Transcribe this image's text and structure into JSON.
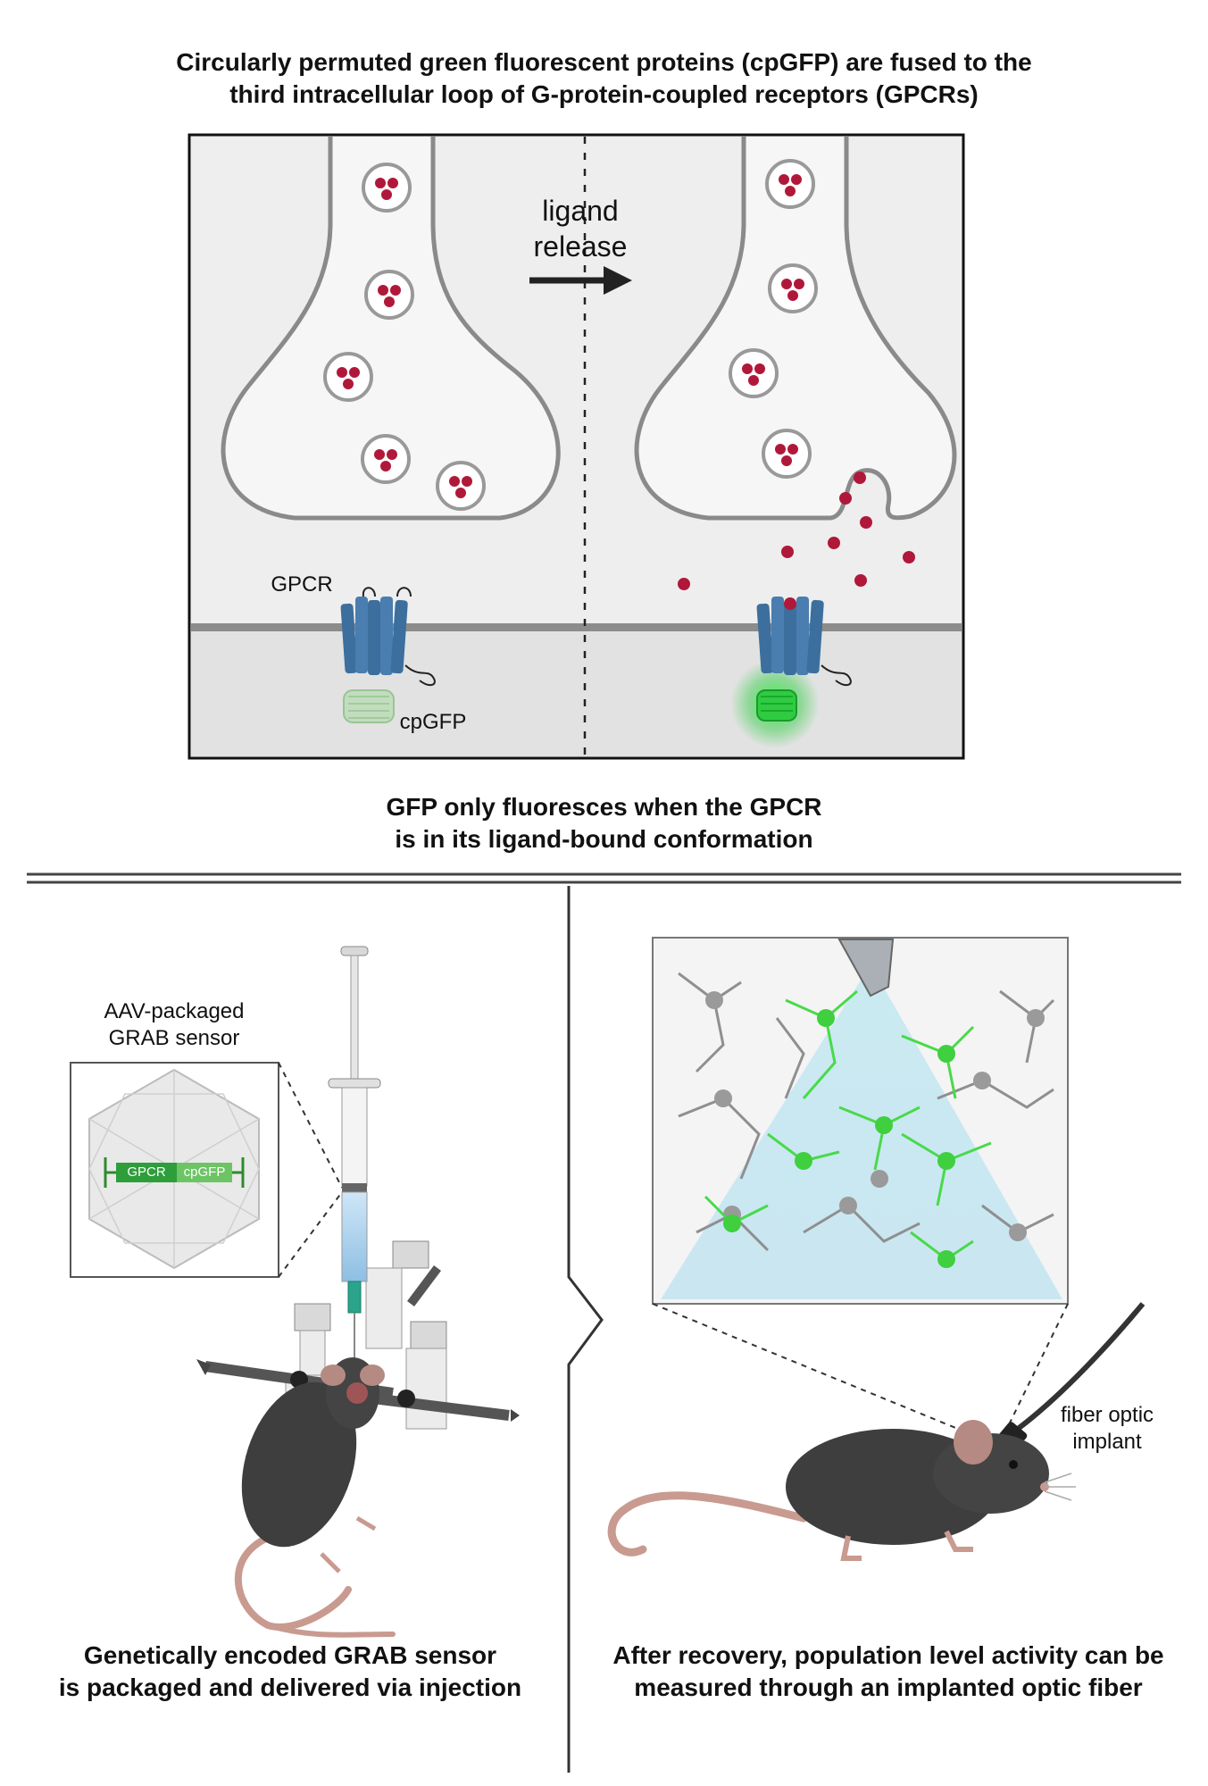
{
  "header": {
    "title_line1": "Circularly permuted green fluorescent proteins (cpGFP) are fused to the",
    "title_line2": "third intracellular loop of G-protein-coupled receptors (GPCRs)"
  },
  "synapse_panel": {
    "arrow_label_line1": "ligand",
    "arrow_label_line2": "release",
    "gpcr_label": "GPCR",
    "cpgfp_label": "cpGFP"
  },
  "mid_caption": {
    "line1": "GFP only fluoresces when the GPCR",
    "line2": "is in its ligand-bound conformation"
  },
  "injection_panel": {
    "virus_label_line1": "AAV-packaged",
    "virus_label_line2": "GRAB sensor",
    "construct_gpcr": "GPCR",
    "construct_cpgfp": "cpGFP",
    "caption_line1": "Genetically encoded GRAB sensor",
    "caption_line2": "is packaged and delivered via injection"
  },
  "recording_panel": {
    "fiber_label_line1": "fiber optic",
    "fiber_label_line2": "implant",
    "caption_line1": "After recovery, population level activity can be",
    "caption_line2": "measured through an implanted optic fiber"
  },
  "colors": {
    "ligand": "#b0183a",
    "gpcr": "#3c6f9e",
    "gfp": "#2ecc40",
    "mouse": "#3e3e3e",
    "tail": "#c99a90"
  }
}
